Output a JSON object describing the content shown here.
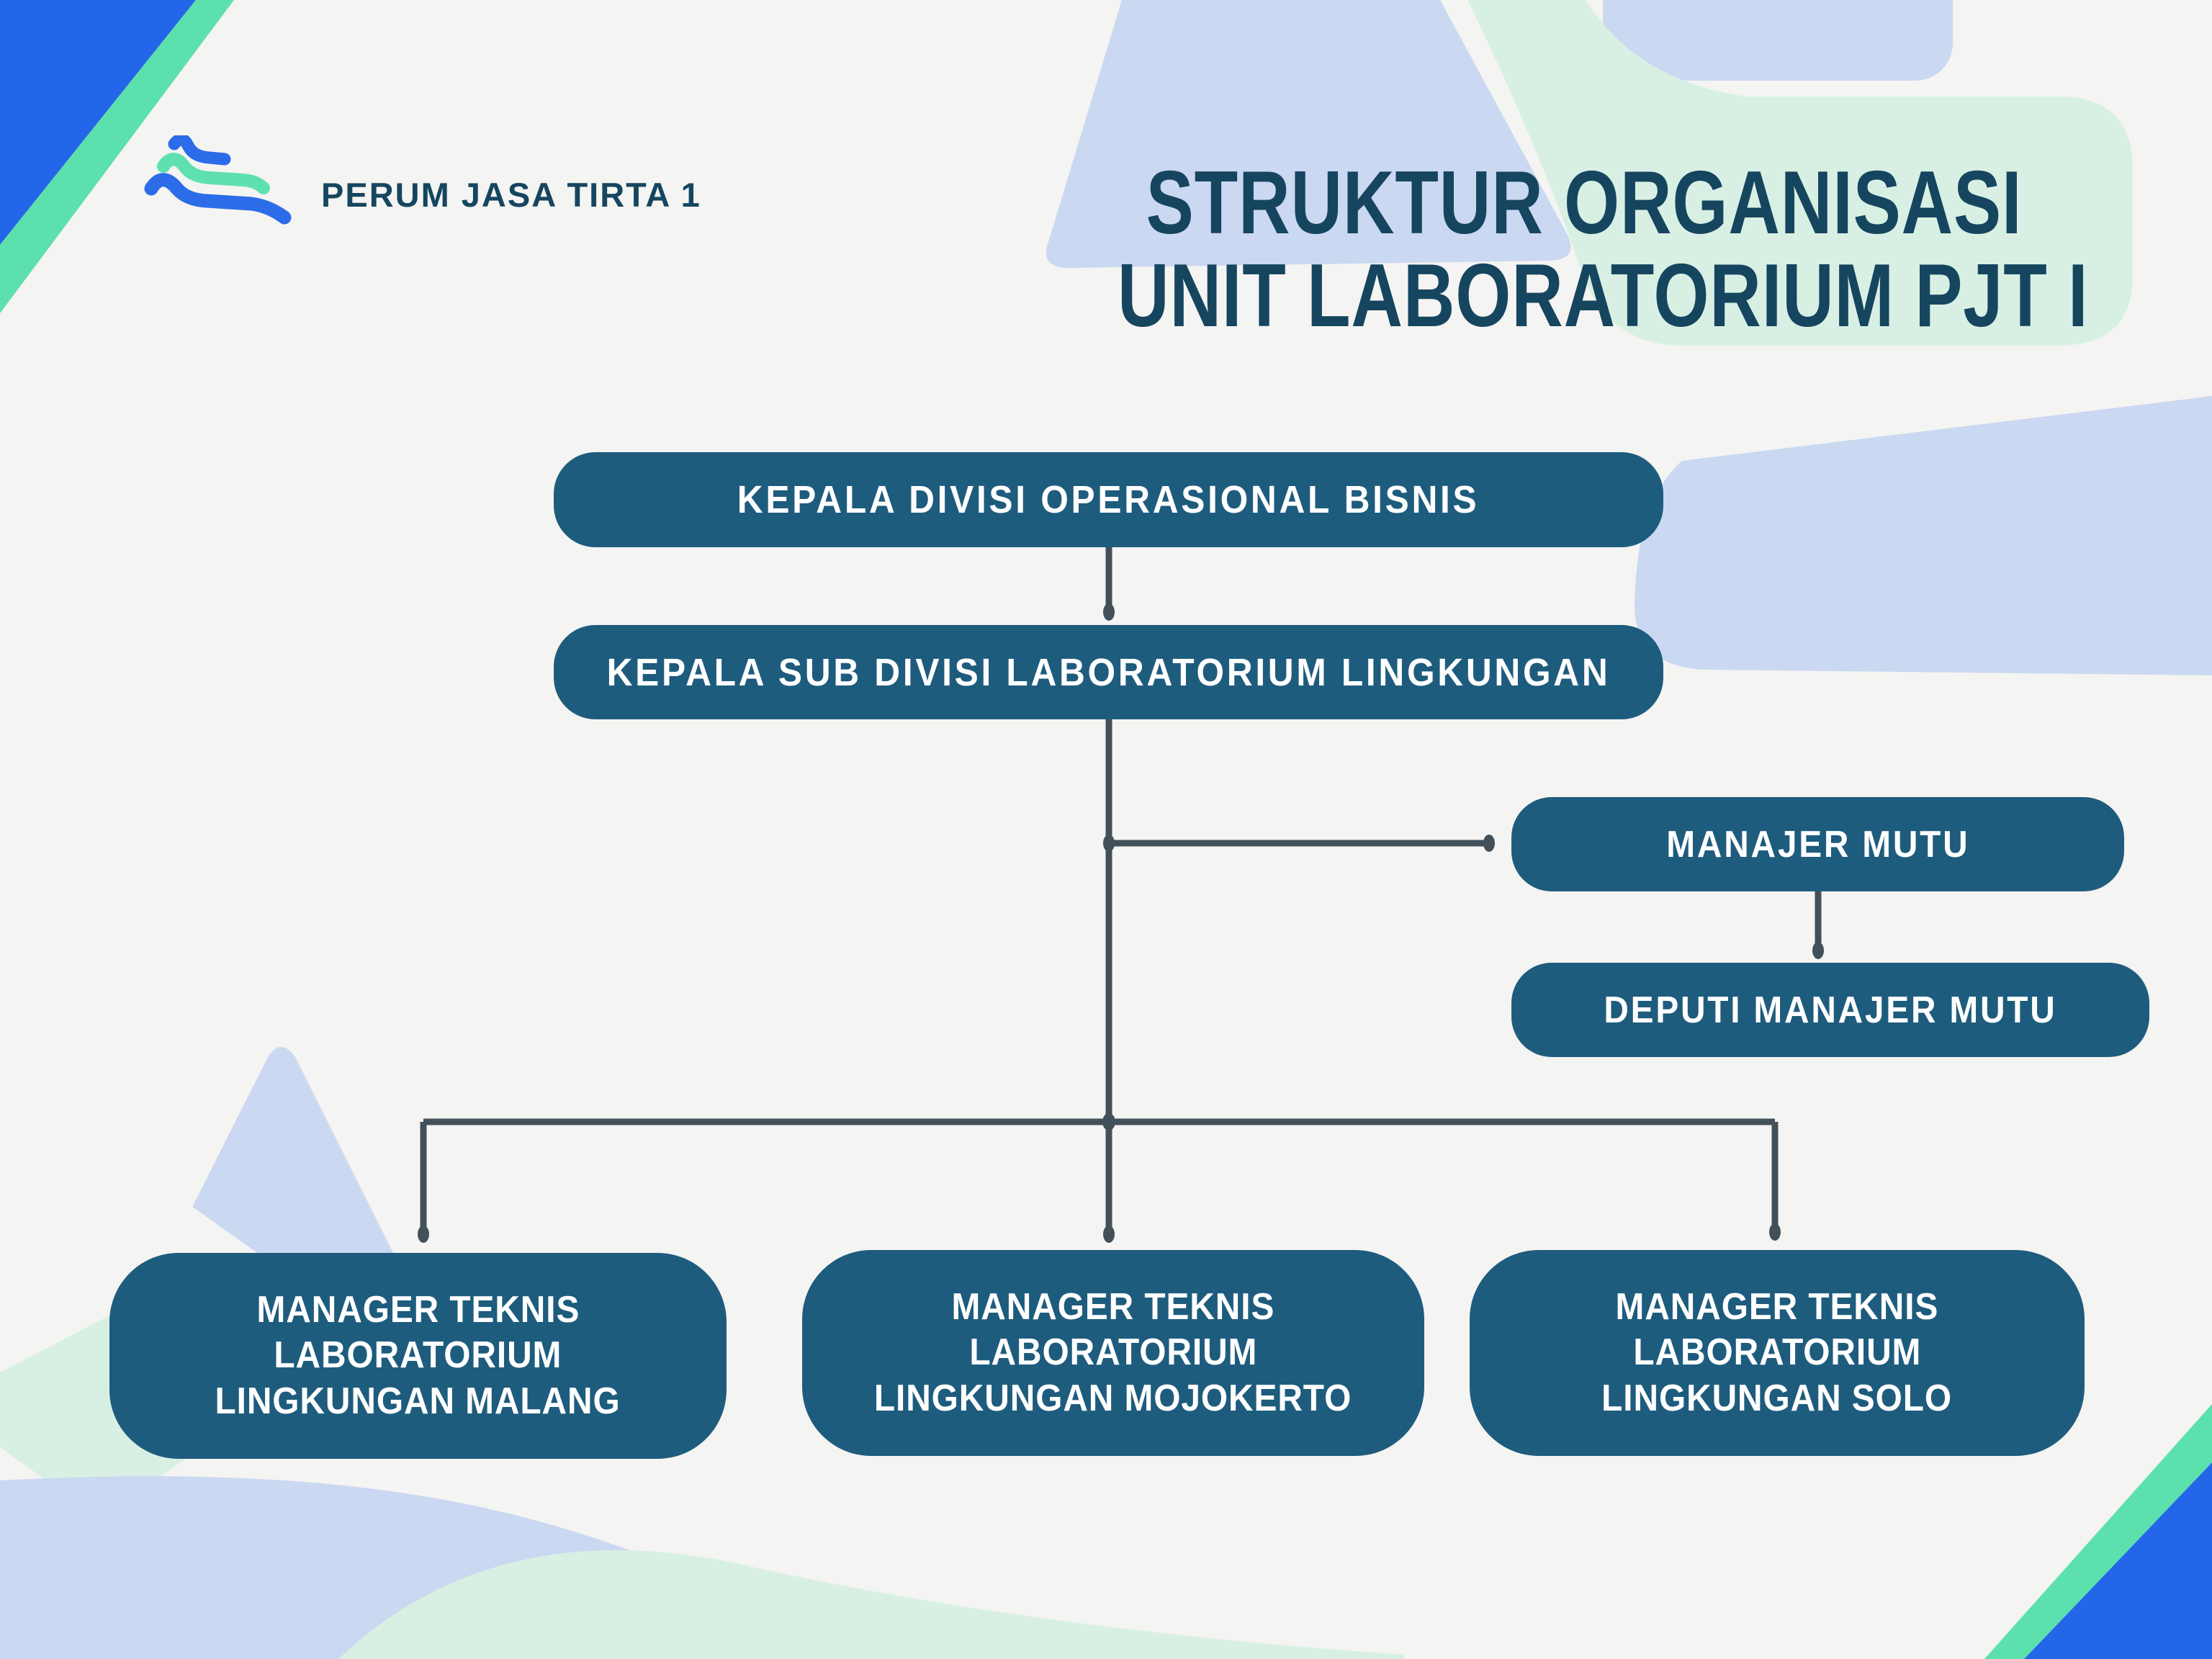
{
  "logo": {
    "brand": "PERUM JASA TIRTA 1"
  },
  "title": {
    "line1": "STRUKTUR ORGANISASI",
    "line2": "UNIT LABORATORIUM PJT I"
  },
  "org": {
    "nodes": {
      "kepala_divisi": {
        "label": "KEPALA DIVISI OPERASIONAL BISNIS"
      },
      "kepala_sub_divisi": {
        "label": "KEPALA SUB DIVISI LABORATORIUM LINGKUNGAN"
      },
      "manajer_mutu": {
        "label": "MANAJER MUTU"
      },
      "deputi_manajer_mutu": {
        "label": "DEPUTI MANAJER MUTU"
      },
      "teknis_malang": {
        "lines": [
          "MANAGER TEKNIS",
          "LABORATORIUM",
          "LINGKUNGAN MALANG"
        ]
      },
      "teknis_mojokerto": {
        "lines": [
          "MANAGER TEKNIS",
          "LABORATORIUM",
          "LINGKUNGAN MOJOKERTO"
        ]
      },
      "teknis_solo": {
        "lines": [
          "MANAGER TEKNIS",
          "LABORATORIUM",
          "LINGKUNGAN SOLO"
        ]
      }
    },
    "edges": [
      [
        "kepala_divisi",
        "kepala_sub_divisi"
      ],
      [
        "kepala_sub_divisi",
        "manajer_mutu"
      ],
      [
        "manajer_mutu",
        "deputi_manajer_mutu"
      ],
      [
        "kepala_sub_divisi",
        "teknis_malang"
      ],
      [
        "kepala_sub_divisi",
        "teknis_mojokerto"
      ],
      [
        "kepala_sub_divisi",
        "teknis_solo"
      ]
    ]
  },
  "colors": {
    "background": "#f4f4f2",
    "box": "#1e5c7e",
    "box_text": "#ffffff",
    "heading": "#16455f",
    "connector": "#42505a",
    "corner_blue": "#2367e8",
    "corner_mint": "#5ce0ae",
    "deco_blue": "#cbd8f1",
    "deco_mint": "#d8f0e4",
    "logo_blue": "#2d6ce9",
    "logo_mint": "#5fe0b0"
  }
}
